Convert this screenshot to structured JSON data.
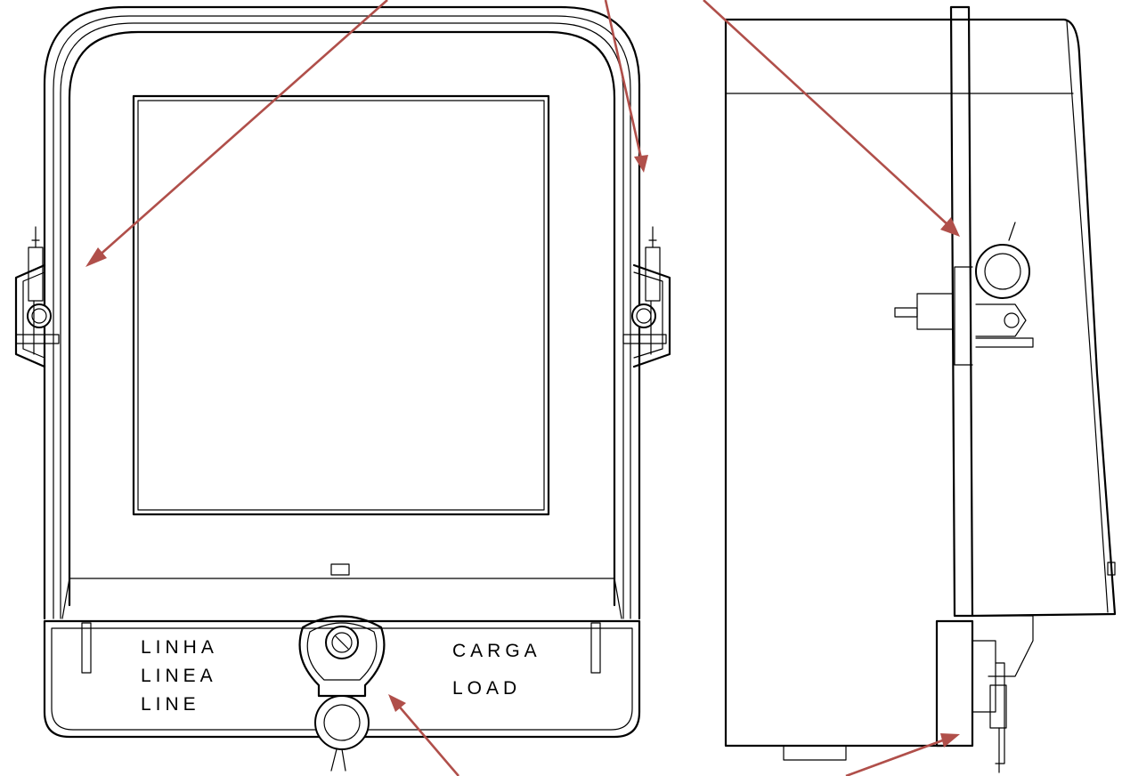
{
  "terminal_cover": {
    "line_labels": [
      "LINHA",
      "LINEA",
      "LINE"
    ],
    "load_labels": [
      "CARGA",
      "LOAD"
    ]
  },
  "colors": {
    "outline": "#000000",
    "callout_arrow": "#b04f4a",
    "background": "#ffffff"
  },
  "views": [
    "front-view",
    "side-view"
  ]
}
